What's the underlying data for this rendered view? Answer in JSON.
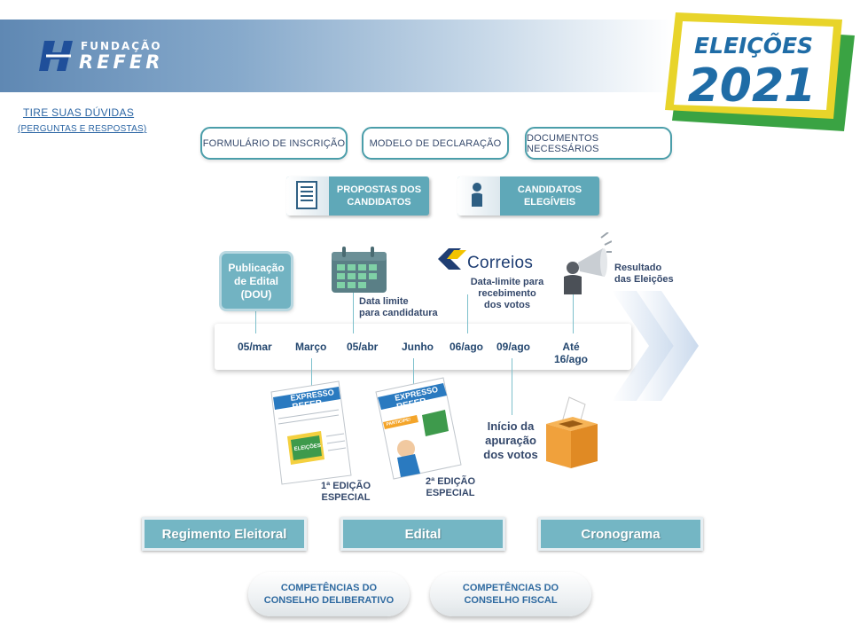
{
  "header": {
    "logo_line1": "FUNDAÇÃO",
    "logo_line2": "REFER",
    "badge_line1": "ELEIÇÕES",
    "badge_line2": "2021"
  },
  "faq": {
    "title": "TIRE SUAS DÚVIDAS",
    "subtitle": "(PERGUNTAS E RESPOSTAS)"
  },
  "top_buttons": [
    {
      "label": "FORMULÁRIO DE INSCRIÇÃO"
    },
    {
      "label": "MODELO DE DECLARAÇÃO"
    },
    {
      "label": "DOCUMENTOS NECESSÁRIOS"
    }
  ],
  "tab_buttons": [
    {
      "label": "PROPOSTAS DOS CANDIDATOS",
      "icon": "document-list-icon"
    },
    {
      "label": "CANDIDATOS ELEGÍVEIS",
      "icon": "person-icon"
    }
  ],
  "timeline": {
    "publication": "Publicação de Edital (DOU)",
    "dates": [
      "05/mar",
      "Março",
      "05/abr",
      "Junho",
      "06/ago",
      "09/ago",
      "Até 16/ago"
    ],
    "candidacy_deadline_line1": "Data limite",
    "candidacy_deadline_line2": "para candidatura",
    "correios_brand": "Correios",
    "votes_deadline_line1": "Data-limite para",
    "votes_deadline_line2": "recebimento",
    "votes_deadline_line3": "dos votos",
    "result_line1": "Resultado",
    "result_line2": "das Eleições",
    "counting_line1": "Início da",
    "counting_line2": "apuração",
    "counting_line3": "dos votos",
    "edition1_line1": "1ª EDIÇÃO",
    "edition1_line2": "ESPECIAL",
    "edition2_line1": "2ª EDIÇÃO",
    "edition2_line2": "ESPECIAL",
    "magazine_title1": "EXPRESSO",
    "magazine_title2": "REFER",
    "magazine_badge": "ELEIÇÕES 2021",
    "magazine_banner": "PARTICIPE!"
  },
  "main_buttons": [
    {
      "label": "Regimento Eleitoral"
    },
    {
      "label": "Edital"
    },
    {
      "label": "Cronograma"
    }
  ],
  "council_buttons": [
    {
      "line1": "COMPETÊNCIAS DO",
      "line2": "CONSELHO DELIBERATIVO"
    },
    {
      "line1": "COMPETÊNCIAS DO",
      "line2": "CONSELHO FISCAL"
    }
  ],
  "colors": {
    "accent_teal": "#74b6c4",
    "navy_text": "#34486b",
    "link_blue": "#2c66a4",
    "badge_yellow": "#e8d42a",
    "badge_green": "#3aa343"
  }
}
